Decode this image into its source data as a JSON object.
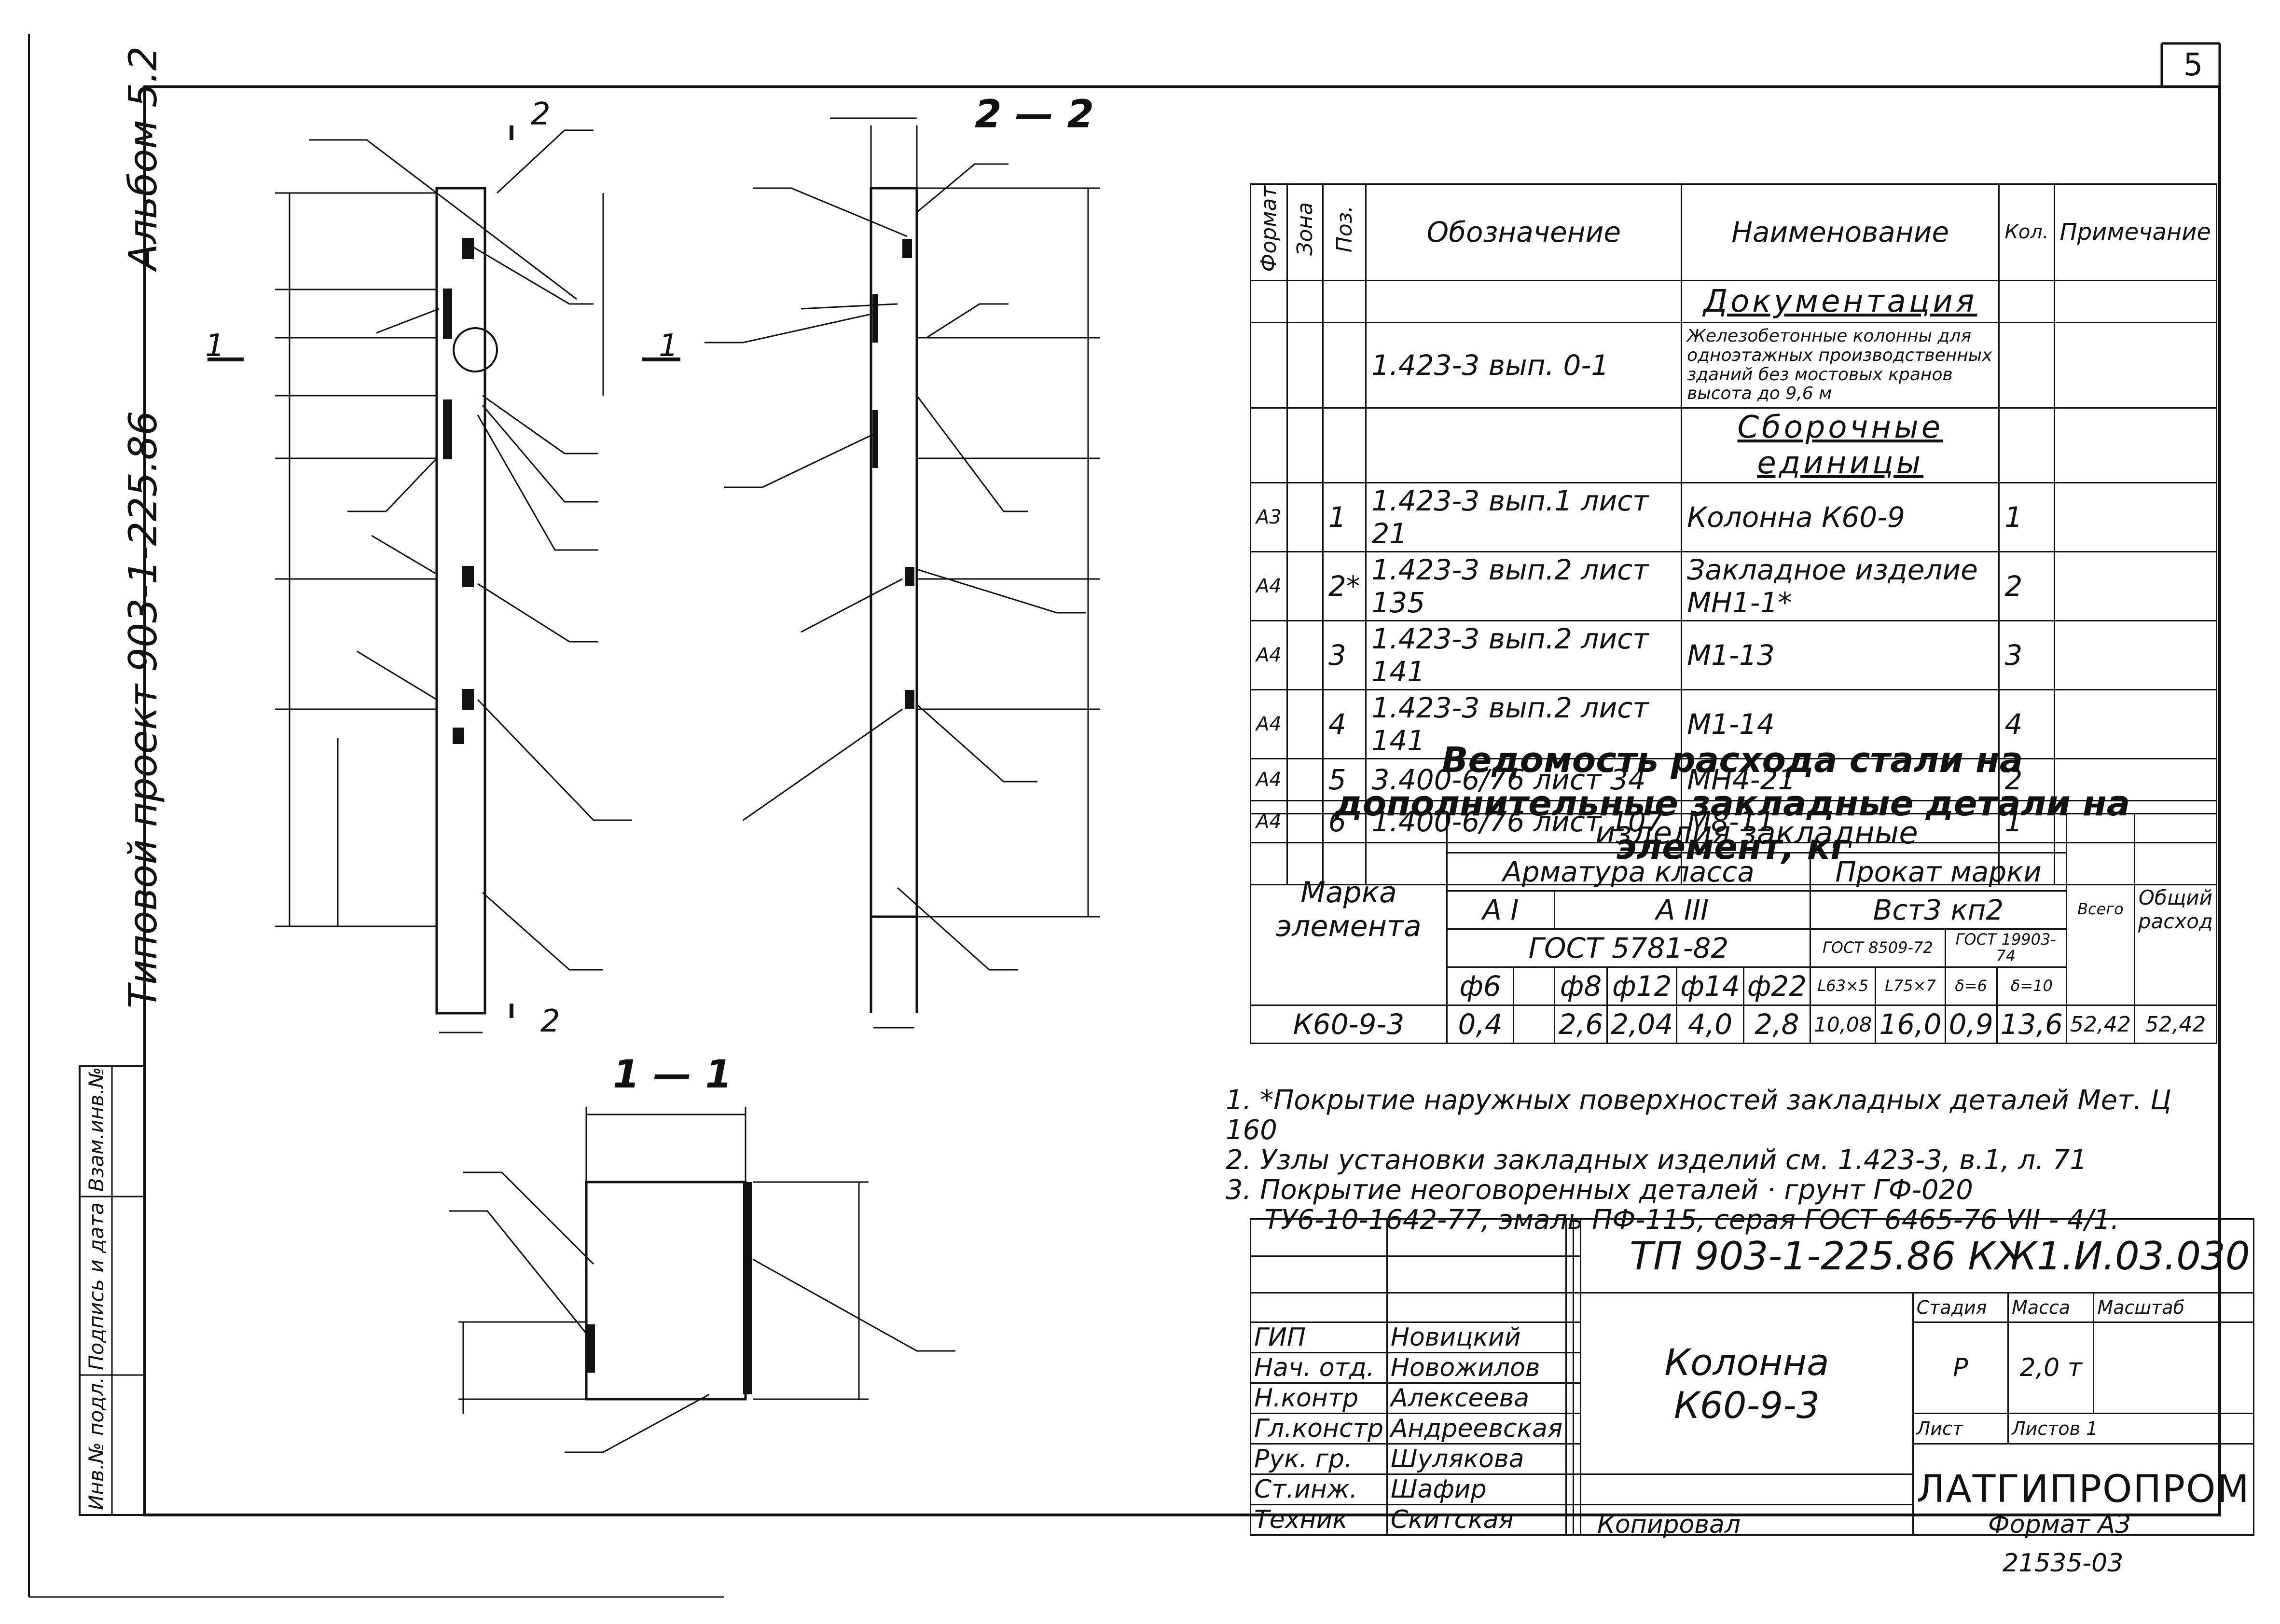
{
  "page_number": "5",
  "album": "Альбом 5.2",
  "typical_project": "Типовой проект 903-1-225.86",
  "left_stamp": [
    "Инв.№ подл.",
    "Подпись и дата",
    "Взам.инв.№"
  ],
  "section_labels": {
    "s22": "2 — 2",
    "s11": "1 — 1",
    "cut1": "1",
    "cut2": "2"
  },
  "spec": {
    "headers": {
      "format": "Формат",
      "zone": "Зона",
      "pos": "Поз.",
      "designation": "Обозначение",
      "name": "Наименование",
      "qty": "Кол.",
      "note": "Примечание"
    },
    "doc_section": "Документация",
    "doc_row": {
      "designation": "1.423-3 вып. 0-1",
      "name": "Железобетонные колонны для одноэтажных производственных зданий без мостовых кранов высота до 9,6 м"
    },
    "assy_section": "Сборочные единицы",
    "rows": [
      {
        "format": "А3",
        "pos": "1",
        "designation": "1.423-3 вып.1 лист 21",
        "name": "Колонна К60-9",
        "qty": "1"
      },
      {
        "format": "А4",
        "pos": "2*",
        "designation": "1.423-3 вып.2 лист 135",
        "name": "Закладное изделие МН1-1*",
        "qty": "2"
      },
      {
        "format": "А4",
        "pos": "3",
        "designation": "1.423-3 вып.2 лист 141",
        "name": "М1-13",
        "qty": "3"
      },
      {
        "format": "А4",
        "pos": "4",
        "designation": "1.423-3 вып.2 лист 141",
        "name": "М1-14",
        "qty": "4"
      },
      {
        "format": "А4",
        "pos": "5",
        "designation": "3.400-6/76 лист 34",
        "name": "МН4-21",
        "qty": "2"
      },
      {
        "format": "А4",
        "pos": "6",
        "designation": "1.400-6/76 лист 107",
        "name": "М8-11",
        "qty": "1"
      }
    ]
  },
  "steel": {
    "title": "Ведомость расхода стали на дополнительные закладные детали на элемент, кг",
    "h_items": "изделия закладные",
    "h_mark": "Марка элемента",
    "h_rebar": "Арматура класса",
    "h_rolled": "Прокат марки",
    "h_ai": "А I",
    "h_aiii": "А III",
    "h_steel": "Вст3 кп2",
    "h_gost5781": "ГОСТ 5781-82",
    "h_gost8509": "ГОСТ 8509-72",
    "h_gost19903": "ГОСТ 19903-74",
    "h_total": "Всего",
    "h_overall": "Общий расход",
    "cols": [
      "ф6",
      "",
      "ф8",
      "ф12",
      "ф14",
      "ф22",
      "L63×5",
      "L75×7",
      "δ=6",
      "δ=10"
    ],
    "row": {
      "mark": "К60-9-3",
      "values": [
        "0,4",
        "",
        "2,6",
        "2,04",
        "4,0",
        "2,8",
        "10,08",
        "16,0",
        "0,9",
        "13,6",
        "52,42",
        "52,42"
      ]
    }
  },
  "notes": [
    "1. *Покрытие наружных поверхностей закладных деталей Мет. Ц 160",
    "2. Узлы установки закладных изделий см. 1.423-3, в.1, л. 71",
    "3. Покрытие неоговоренных деталей · грунт ГФ-020",
    "ТУ6-10-1642-77, эмаль ПФ-115, серая ГОСТ 6465-76 VII - 4/1."
  ],
  "titleblock": {
    "code": "ТП 903-1-225.86    КЖ1.И.03.030",
    "item_title": "Колонна\nК60-9-3",
    "stage_h": "Стадия",
    "mass_h": "Масса",
    "scale_h": "Масштаб",
    "stage": "Р",
    "mass": "2,0 т",
    "sheet_h": "Лист",
    "sheets_h": "Листов 1",
    "org": "ЛАТГИПРОПРОМ",
    "roles": [
      "ГИП",
      "Нач. отд.",
      "Н.контр",
      "Гл.констр",
      "Рук. гр.",
      "Ст.инж.",
      "Техник"
    ],
    "names": [
      "Новицкий",
      "Новожилов",
      "Алексеева",
      "Андреевская",
      "Шуляковa",
      "Шафир",
      "Скитская"
    ]
  },
  "copied": "Копировал",
  "format": "Формат А3",
  "archive": "21535-03"
}
